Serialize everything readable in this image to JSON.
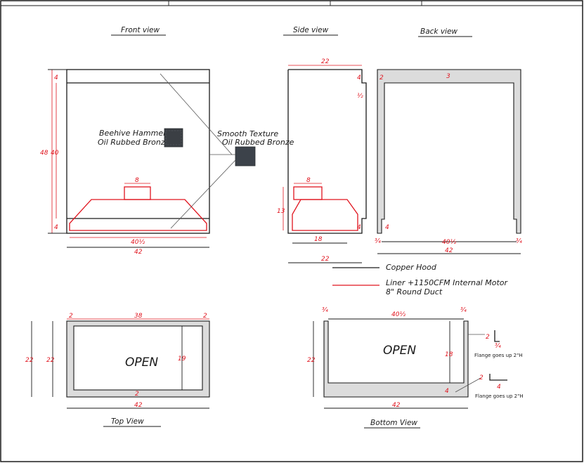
{
  "views": {
    "front": "Front view",
    "side": "Side view",
    "back": "Back view",
    "top": "Top View",
    "bottom": "Bottom View"
  },
  "finishes": {
    "hammered": "Beehive Hammered",
    "hammered2": "Oil Rubbed Bronze",
    "smooth": "Smooth Texture",
    "smooth2": "Oil Rubbed Bronze"
  },
  "legend": {
    "copper": "Copper Hood",
    "liner": "Liner +1150CFM Internal Motor",
    "duct": "8\" Round Duct"
  },
  "labels": {
    "open_top": "OPEN",
    "open_bottom": "OPEN",
    "flange1": "Flange goes up 2\"H",
    "flange2": "Flange goes up 2\"H"
  },
  "dims": {
    "front": {
      "h48": "48",
      "h40": "40",
      "top4": "4",
      "bot4": "4",
      "duct8": "8",
      "liner40h": "40½",
      "w42": "42"
    },
    "side": {
      "w22top": "22",
      "t4": "4",
      "half": "½",
      "duct8": "8",
      "h13": "13",
      "b4": "4",
      "d18": "18",
      "w22bot": "22"
    },
    "back": {
      "t3": "3",
      "l2": "2",
      "l4": "4",
      "q3l": "¾",
      "w40h": "40½",
      "q3r": "¾",
      "w42": "42"
    },
    "top": {
      "l2": "2",
      "w38": "38",
      "r2": "2",
      "d22a": "22",
      "d22b": "22",
      "d19": "19",
      "b2": "2",
      "w42": "42"
    },
    "bottom": {
      "q3l": "¾",
      "w40h": "40½",
      "q3r": "¾",
      "d22": "22",
      "d18": "18",
      "b4": "4",
      "w42": "42",
      "f2a": "2",
      "fq": "¾",
      "f2b": "2",
      "f4": "4"
    }
  },
  "colors": {
    "copper_line": "#1a1a1a",
    "liner_line": "#e0141e",
    "hammered_swatch": "#3b3f44",
    "smooth_swatch": "#3c424a"
  }
}
